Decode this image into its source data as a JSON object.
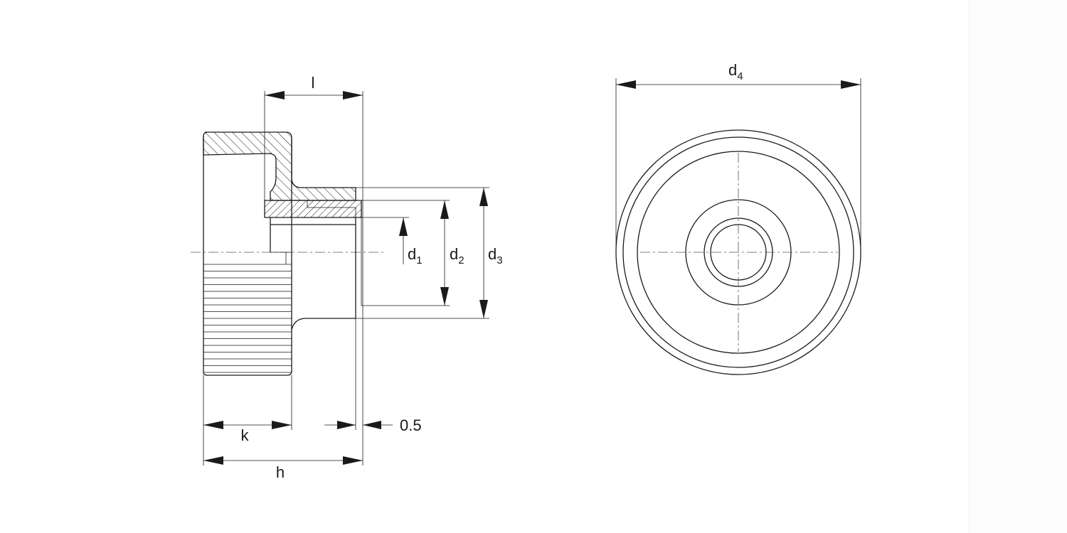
{
  "drawing": {
    "title": "Knurled knob dimension drawing",
    "colors": {
      "line": "#1a1a1a",
      "background": "#ffffff"
    },
    "dimensions": {
      "l": {
        "symbol": "l"
      },
      "d1": {
        "symbol": "d",
        "subscript": "1"
      },
      "d2": {
        "symbol": "d",
        "subscript": "2"
      },
      "d3": {
        "symbol": "d",
        "subscript": "3"
      },
      "d4": {
        "symbol": "d",
        "subscript": "4"
      },
      "k": {
        "symbol": "k"
      },
      "h": {
        "symbol": "h"
      },
      "offset": {
        "value": "0.5"
      }
    }
  }
}
